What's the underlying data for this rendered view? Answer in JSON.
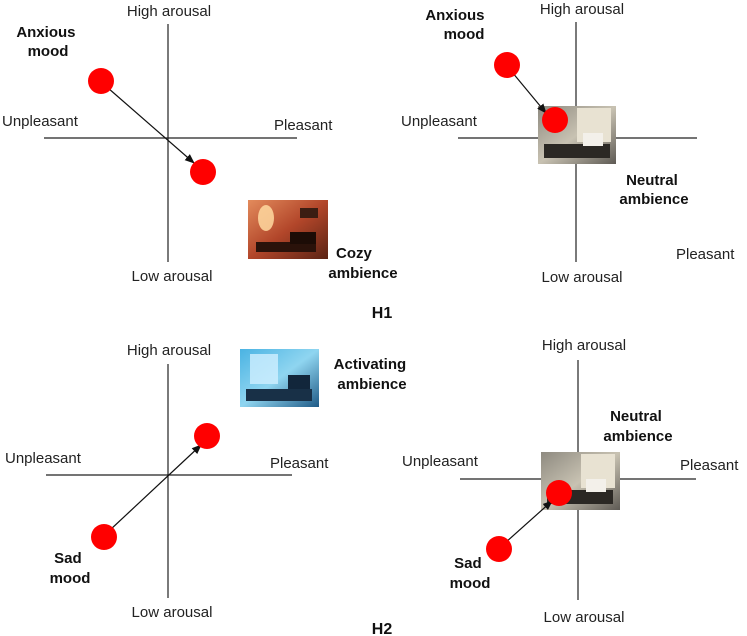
{
  "axes": {
    "high": "High arousal",
    "low": "Low arousal",
    "unpleasant": "Unpleasant",
    "pleasant": "Pleasant"
  },
  "panels": {
    "p1": {
      "mood_line1": "Anxious",
      "mood_line2": "mood",
      "amb_line1": "Cozy",
      "amb_line2": "ambience",
      "image": "living room with warm lamp lighting"
    },
    "p2": {
      "mood_line1": "Anxious",
      "mood_line2": "mood",
      "amb_line1": "Neutral",
      "amb_line2": "ambience",
      "image": "living room in daylight"
    },
    "p3": {
      "mood_line1": "Sad",
      "mood_line2": "mood",
      "amb_line1": "Activating",
      "amb_line2": "ambience",
      "image": "living room with bright blue lighting"
    },
    "p4": {
      "mood_line1": "Sad",
      "mood_line2": "mood",
      "amb_line1": "Neutral",
      "amb_line2": "ambience",
      "image": "living room in daylight"
    }
  },
  "hypotheses": {
    "h1": "H1",
    "h2": "H2"
  },
  "colors": {
    "dot": "#ff0000",
    "axis": "#222222",
    "arrow": "#111111"
  }
}
